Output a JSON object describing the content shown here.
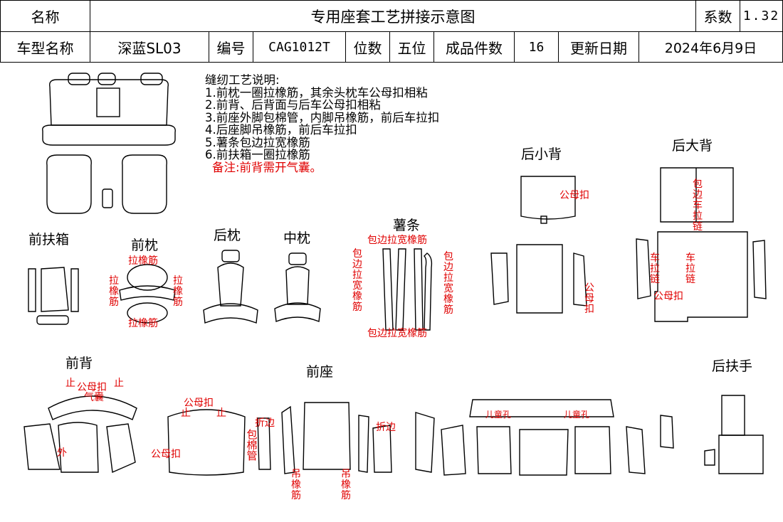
{
  "header": {
    "name_label": "名称",
    "title": "专用座套工艺拼接示意图",
    "coef_label": "系数",
    "coef_value": "1.32",
    "model_label": "车型名称",
    "model_value": "深蓝SL03",
    "code_label": "编号",
    "code_value": "CAG1012T",
    "seats_label": "位数",
    "seats_value": "五位",
    "pieces_label": "成品件数",
    "pieces_value": "16",
    "date_label": "更新日期",
    "date_value": "2024年6月9日"
  },
  "notes": {
    "title": "缝纫工艺说明:",
    "items": [
      "1.前枕一圈拉橡筋，其余头枕车公母扣相粘",
      "2.前背、后背面与后车公母扣相粘",
      "3.前座外脚包棉管，内脚吊橡筋，前后车拉扣",
      "4.后座脚吊橡筋，前后车拉扣",
      "5.薯条包边拉宽橡筋",
      "6.前扶箱一圈拉橡筋"
    ],
    "remark": "备注:前背需开气囊。"
  },
  "sections": {
    "front_armbox": "前扶箱",
    "front_headrest": "前枕",
    "rear_headrest": "后枕",
    "mid_headrest": "中枕",
    "strips": "薯条",
    "rear_small_back": "后小背",
    "rear_big_back": "后大背",
    "front_back": "前背",
    "front_seat": "前座",
    "rear_armrest": "后扶手"
  },
  "annotations": {
    "lxj": "拉橡筋",
    "bblkxj": "包边拉宽橡筋",
    "gmk": "公母扣",
    "zhi": "止",
    "wai": "外",
    "cll": "车拉链",
    "zhebian": "折边",
    "bmg": "包棉管",
    "dxj": "吊橡筋",
    "etk": "儿童孔",
    "bbcll": "包边车拉链",
    "qinang": "气囊"
  }
}
